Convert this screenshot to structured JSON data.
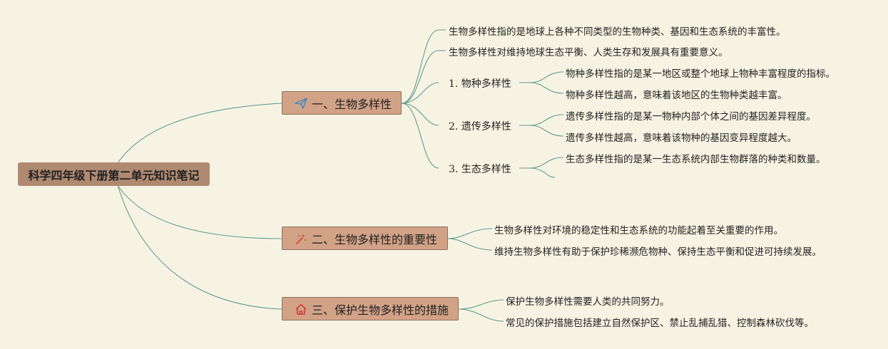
{
  "root": {
    "title": "科学四年级下册第二单元知识笔记"
  },
  "branches": [
    {
      "title": "一、生物多样性",
      "icon": "paper-plane-icon",
      "leaves": [
        "生物多样性指的是地球上各种不同类型的生物种类、基因和生态系统的丰富性。",
        "生物多样性对维持地球生态平衡、人类生存和发展具有重要意义。"
      ],
      "subs": [
        {
          "title": "1. 物种多样性",
          "leaves": [
            "物种多样性指的是某一地区或整个地球上物种丰富程度的指标。",
            "物种多样性越高，意味着该地区的生物种类越丰富。"
          ]
        },
        {
          "title": "2. 遗传多样性",
          "leaves": [
            "遗传多样性指的是某一物种内部个体之间的基因差异程度。",
            "遗传多样性越高，意味着该物种的基因变异程度越大。"
          ]
        },
        {
          "title": "3. 生态多样性",
          "leaves": [
            "生态多样性指的是某一生态系统内部生物群落的种类和数量。",
            ""
          ]
        }
      ]
    },
    {
      "title": "二、生物多样性的重要性",
      "icon": "magic-wand-icon",
      "leaves": [
        "生物多样性对环境的稳定性和生态系统的功能起着至关重要的作用。",
        "维持生物多样性有助于保护珍稀濒危物种、保持生态平衡和促进可持续发展。"
      ]
    },
    {
      "title": "三、保护生物多样性的措施",
      "icon": "house-icon",
      "leaves": [
        "保护生物多样性需要人类的共同努力。",
        "常见的保护措施包括建立自然保护区、禁止乱捕乱猎、控制森林砍伐等。"
      ]
    }
  ],
  "colors": {
    "background": "#f7f3e3",
    "root": "#b08a70",
    "branch": "#d2a287",
    "connector": "#5f9d92",
    "icon_plane": "#3d8bc4",
    "icon_wand": "#d2553a",
    "icon_house": "#d23a3a"
  }
}
